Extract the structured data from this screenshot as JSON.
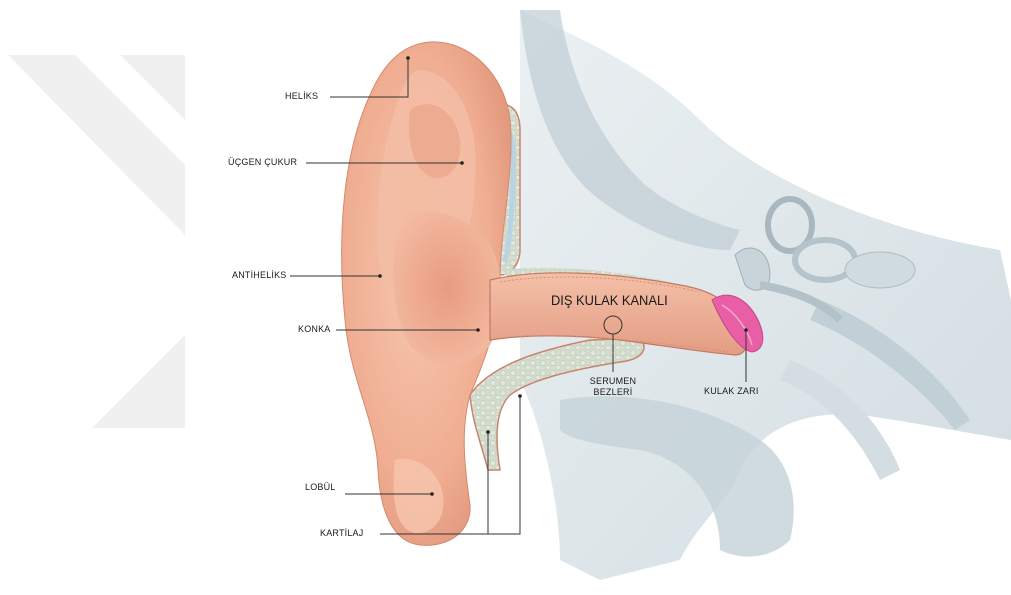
{
  "labels": {
    "helix": "HELİKS",
    "triangular_fossa": "ÜÇGEN ÇUKUR",
    "antihelix": "ANTİHELİKS",
    "concha": "KONKA",
    "lobule": "LOBÜL",
    "cartilage": "KARTİLAJ",
    "ear_canal": "DIŞ KULAK KANALI",
    "ceruminous_glands_line1": "SERUMEN",
    "ceruminous_glands_line2": "BEZLERİ",
    "eardrum": "KULAK ZARI"
  },
  "colors": {
    "skin": "#f2b49a",
    "skin_dark": "#e0907a",
    "bone": "#d7e2e6",
    "cartilage_fill": "#cfd8c8",
    "eardrum": "#e95fa6",
    "leader": "#333333",
    "watermark": "#eeeeee"
  }
}
